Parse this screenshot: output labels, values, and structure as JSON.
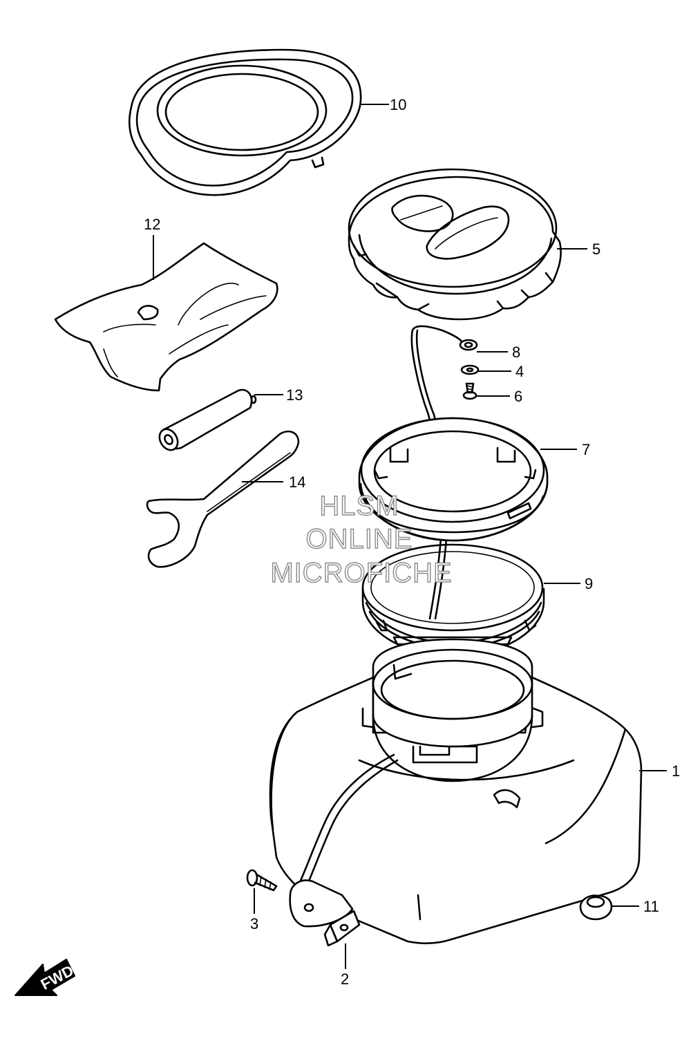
{
  "diagram": {
    "callouts": [
      "10",
      "12",
      "5",
      "8",
      "4",
      "6",
      "13",
      "7",
      "14",
      "9",
      "1",
      "3",
      "11",
      "2"
    ],
    "watermark": [
      "HLSM",
      "ONLINE",
      "MICROFICHE"
    ],
    "direction_label": "FWD"
  }
}
